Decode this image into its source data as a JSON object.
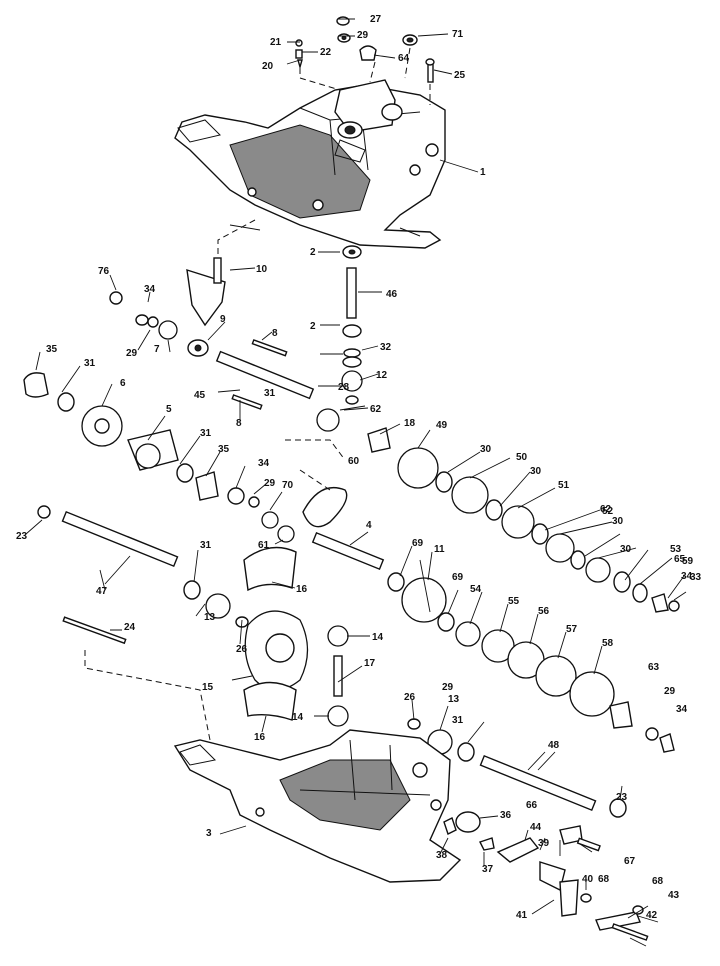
{
  "callouts": [
    "1",
    "2",
    "2",
    "3",
    "4",
    "5",
    "6",
    "7",
    "8",
    "8",
    "9",
    "10",
    "11",
    "12",
    "13",
    "13",
    "14",
    "14",
    "15",
    "16",
    "16",
    "17",
    "18",
    "20",
    "21",
    "22",
    "23",
    "23",
    "24",
    "25",
    "26",
    "26",
    "27",
    "28",
    "29",
    "29",
    "29",
    "29",
    "29",
    "30",
    "30",
    "30",
    "30",
    "31",
    "31",
    "31",
    "31",
    "31",
    "32",
    "33",
    "34",
    "34",
    "34",
    "34",
    "35",
    "35",
    "36",
    "37",
    "38",
    "39",
    "40",
    "41",
    "42",
    "43",
    "44",
    "45",
    "46",
    "47",
    "48",
    "49",
    "50",
    "51",
    "52",
    "53",
    "54",
    "55",
    "56",
    "57",
    "58",
    "59",
    "60",
    "61",
    "62",
    "62",
    "63",
    "64",
    "65",
    "66",
    "67",
    "68",
    "68",
    "69",
    "69",
    "70",
    "71",
    "76"
  ]
}
